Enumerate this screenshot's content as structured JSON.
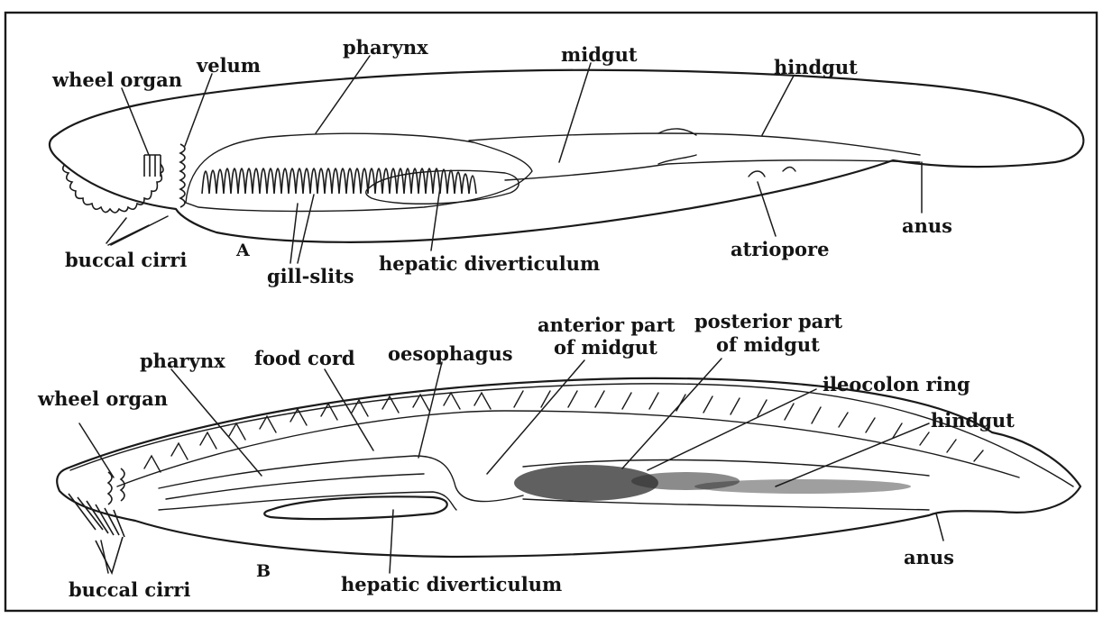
{
  "figure": {
    "panel_a": {
      "panel_label": "A",
      "labels": {
        "wheel_organ": "wheel organ",
        "velum": "velum",
        "pharynx": "pharynx",
        "midgut": "midgut",
        "hindgut": "hindgut",
        "anus": "anus",
        "atriopore": "atriopore",
        "hepatic_diverticulum": "hepatic diverticulum",
        "gill_slits": "gill-slits",
        "buccal_cirri": "buccal cirri"
      }
    },
    "panel_b": {
      "panel_label": "B",
      "labels": {
        "wheel_organ": "wheel organ",
        "pharynx": "pharynx",
        "food_cord": "food cord",
        "oesophagus": "oesophagus",
        "anterior_part_line1": "anterior part",
        "anterior_part_line2": "of midgut",
        "posterior_part_line1": "posterior part",
        "posterior_part_line2": "of midgut",
        "ileocolon_ring": "ileocolon ring",
        "hindgut": "hindgut",
        "anus": "anus",
        "hepatic_diverticulum": "hepatic diverticulum",
        "buccal_cirri": "buccal cirri"
      }
    }
  }
}
